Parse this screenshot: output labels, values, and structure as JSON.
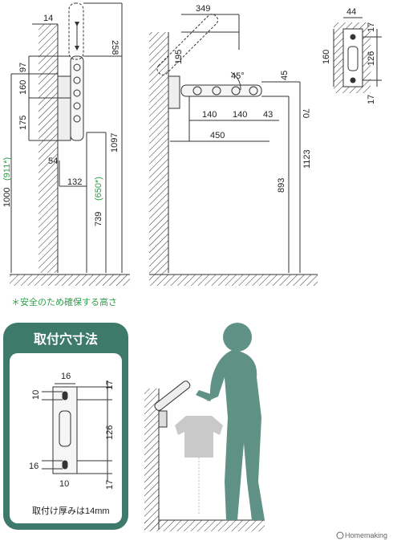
{
  "side_view": {
    "dims": {
      "top_14": "14",
      "top_258": "258",
      "d97": "97",
      "d160": "160",
      "d175": "175",
      "d54": "54",
      "d132": "132",
      "d1097": "1097",
      "d1000": "1000",
      "d1000_note": "(911*)",
      "d739": "739",
      "d739_note": "(650*)"
    },
    "footnote": "＊安全のため確保する高さ"
  },
  "angle_view": {
    "dims": {
      "d349": "349",
      "d195": "195",
      "angle": "45°",
      "d45": "45",
      "d70": "70",
      "d140a": "140",
      "d140b": "140",
      "d43": "43",
      "d450": "450",
      "d893": "893",
      "d1123": "1123"
    }
  },
  "front_view": {
    "dims": {
      "d44": "44",
      "d17a": "17",
      "d126": "126",
      "d17b": "17",
      "d160": "160"
    }
  },
  "install_card": {
    "title": "取付穴寸法",
    "dims": {
      "d16a": "16",
      "d17a": "17",
      "d10a": "10",
      "d126": "126",
      "d16b": "16",
      "d10b": "10",
      "d17b": "17"
    },
    "caption": "取付け厚みは14mm"
  },
  "watermark": "Homemaking",
  "colors": {
    "card_green": "#3e7a6a",
    "person_green": "#5f9285",
    "note_green": "#2fa04a"
  }
}
